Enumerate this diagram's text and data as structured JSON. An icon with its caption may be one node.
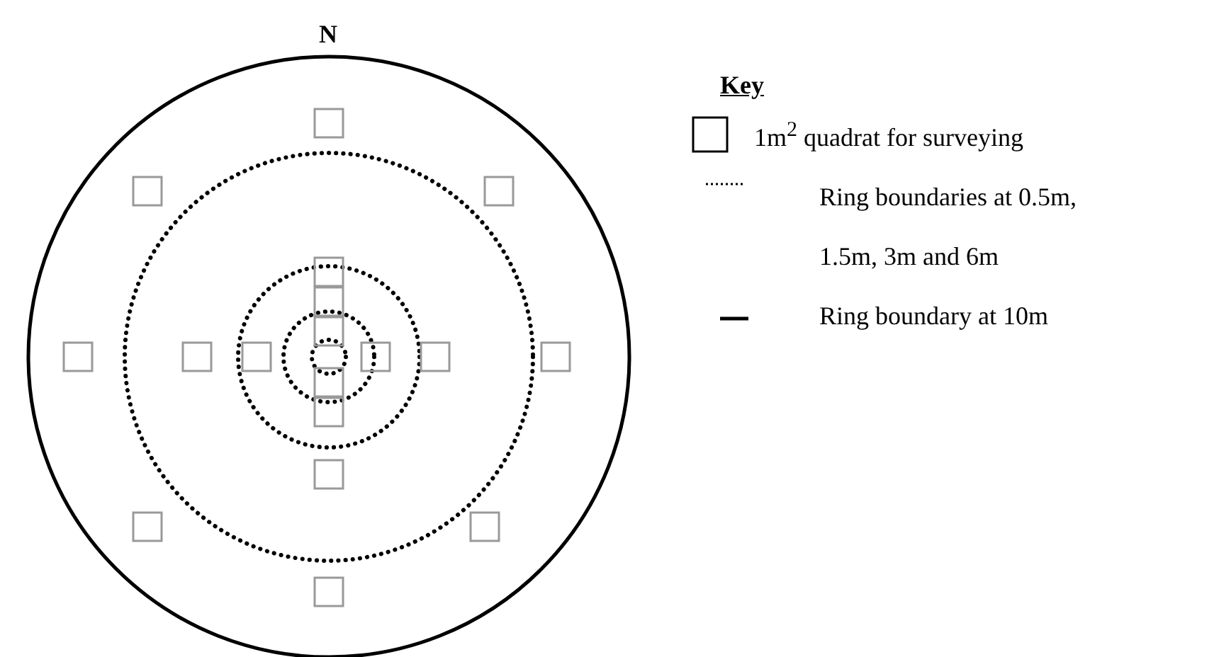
{
  "diagram": {
    "labels": [
      "N",
      "Key"
    ],
    "legend": [
      {
        "text": "1m$^{2}$ quadrat for surveying"
      },
      {
        "text": "Ring boundaries at 0.5m, 1.5m, 3m and 6m"
      },
      {
        "text": "Ring boundary at 10m"
      }
    ]
  }
}
